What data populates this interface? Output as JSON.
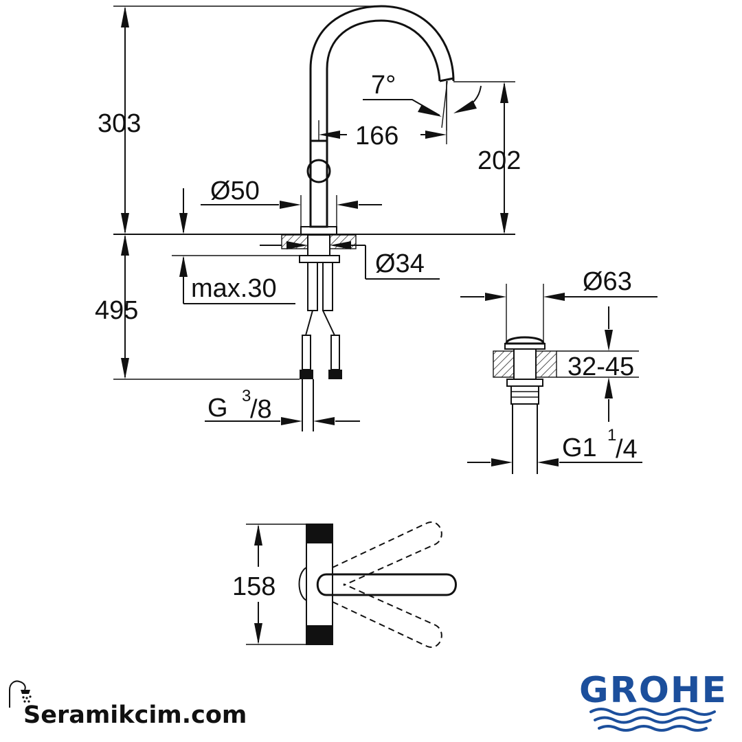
{
  "dimensions": {
    "height_above_deck": "303",
    "spout_angle": "7°",
    "spout_reach": "166",
    "spout_height": "202",
    "body_diameter": "Ø50",
    "hole_diameter": "Ø34",
    "max_deck_thickness": "max.30",
    "hose_length": "495",
    "hose_thread_base": "G",
    "hose_thread_num": "3",
    "hose_thread_den": "/8",
    "waste_diameter": "Ø63",
    "waste_range": "32-45",
    "waste_thread_base": "G1",
    "waste_thread_num": "1",
    "waste_thread_den": "/4",
    "lever_rotation": "158"
  },
  "watermark": {
    "site": "Seramikcim.com",
    "icon": "shower-head-icon"
  },
  "logo": {
    "text": "GROHE",
    "color": "#1c4f9c",
    "icon": "water-waves-icon"
  }
}
